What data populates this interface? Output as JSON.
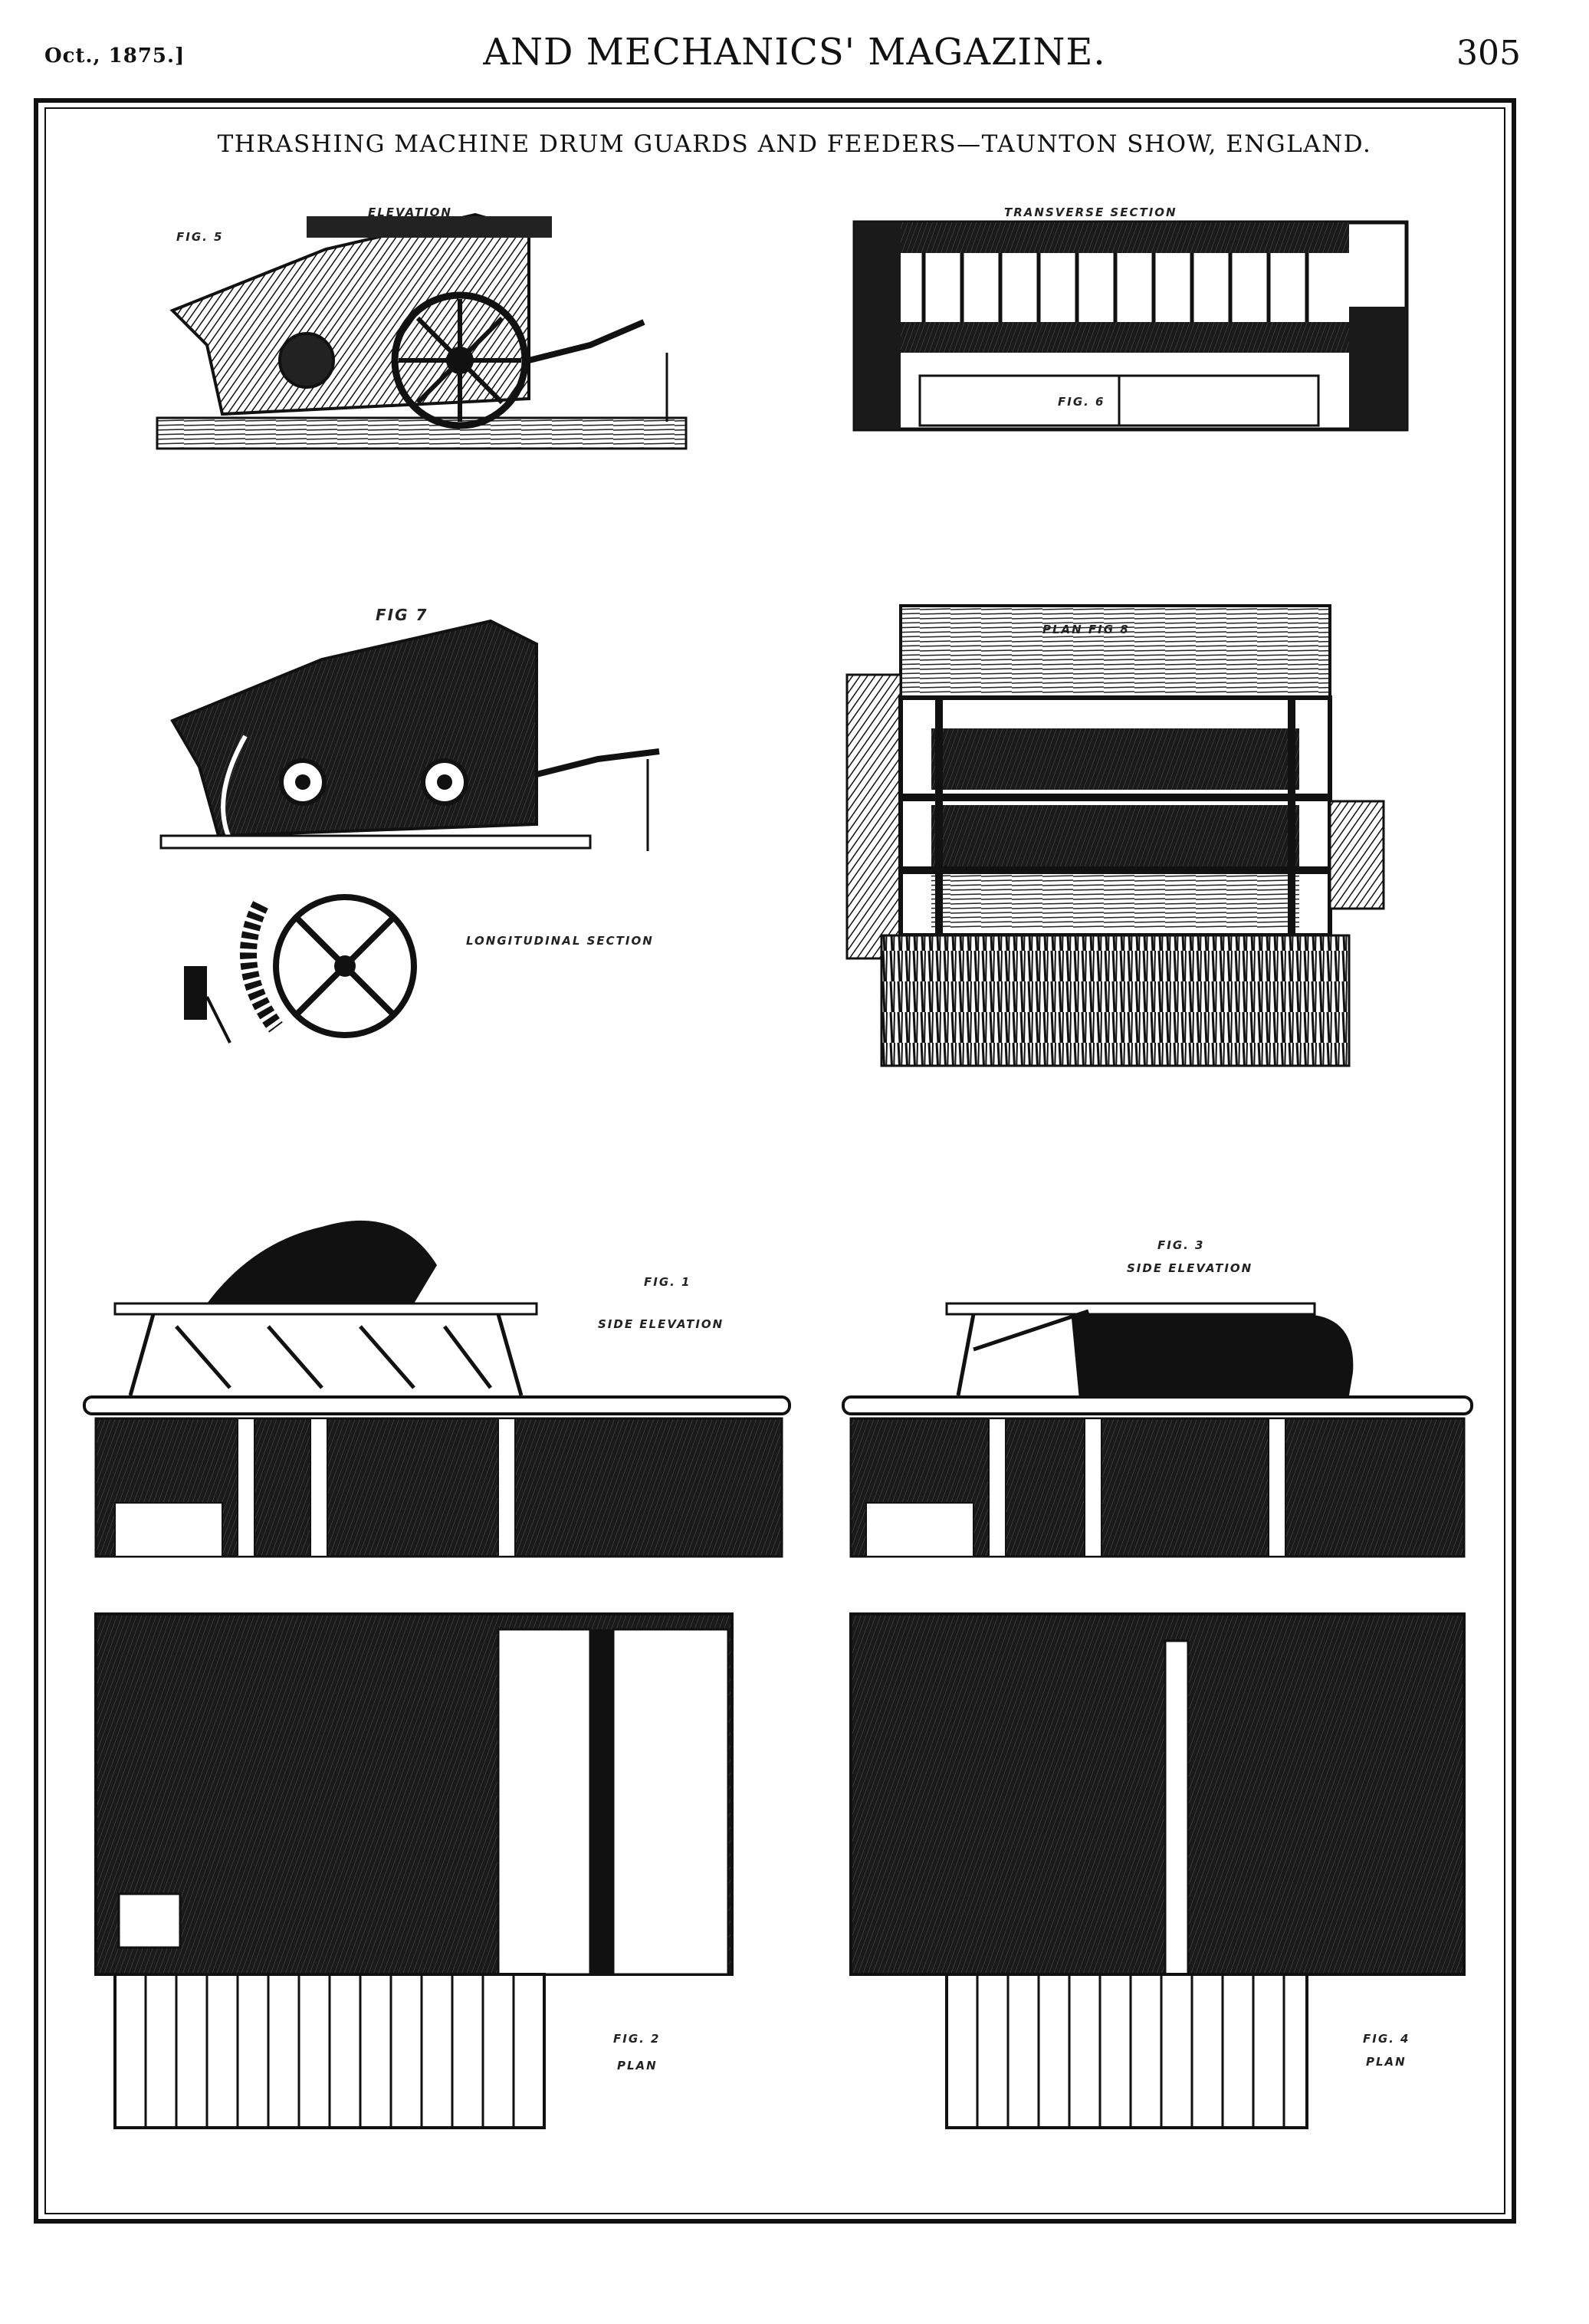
{
  "header": {
    "date": "Oct., 1875.]",
    "title": "AND MECHANICS' MAGAZINE.",
    "page_number": "305"
  },
  "plate": {
    "title": "THRASHING MACHINE DRUM GUARDS AND FEEDERS—TAUNTON SHOW, ENGLAND."
  },
  "figures": {
    "fig5": {
      "number": "FIG. 5",
      "caption": "ELEVATION"
    },
    "fig6": {
      "number": "FIG. 6",
      "caption": "TRANSVERSE SECTION"
    },
    "fig7": {
      "number": "FIG 7",
      "caption": "LONGITUDINAL SECTION"
    },
    "fig8": {
      "number": "PLAN FIG 8"
    },
    "fig1": {
      "number": "FIG. 1",
      "caption": "SIDE ELEVATION"
    },
    "fig3": {
      "number": "FIG. 3",
      "caption": "SIDE ELEVATION"
    },
    "fig2": {
      "number": "FIG. 2",
      "caption": "PLAN"
    },
    "fig4": {
      "number": "FIG. 4",
      "caption": "PLAN"
    }
  },
  "colors": {
    "ink": "#111111",
    "paper": "#ffffff"
  }
}
